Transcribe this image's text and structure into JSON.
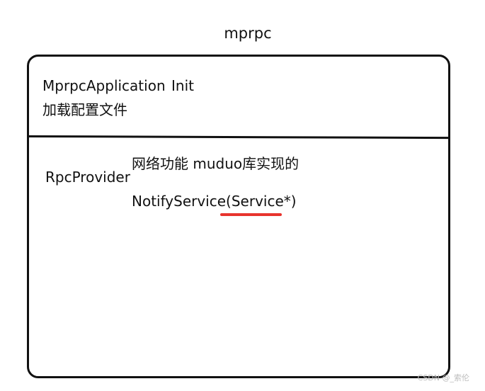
{
  "title": "mprpc",
  "application_block": {
    "name": "MprpcApplication",
    "method": "Init",
    "description": "加载配置文件"
  },
  "provider_block": {
    "name": "RpcProvider",
    "network_note": "网络功能 muduo库实现的",
    "notify_prefix": "NotifyService",
    "notify_param": "(Service*)"
  },
  "colors": {
    "stroke": "#111111",
    "highlight_underline": "#e8342e"
  },
  "watermark": "CSDN @_索伦"
}
